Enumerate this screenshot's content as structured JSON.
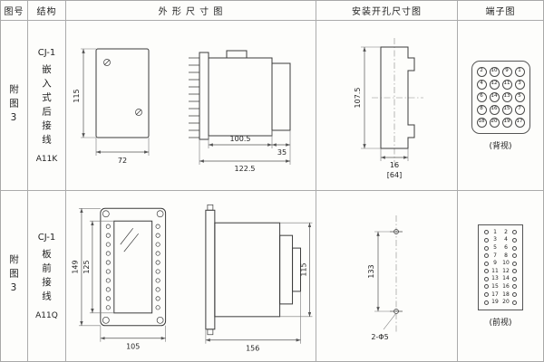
{
  "headers": {
    "fig": "图号",
    "struct": "结构",
    "outline": "外 形 尺 寸 图",
    "mounting": "安装开孔尺寸图",
    "terminal": "端子图"
  },
  "rows": [
    {
      "fig_no": "附图3",
      "model": "CJ-1",
      "structure": "嵌入式后接线",
      "code": "A11K",
      "outline": {
        "h": "115",
        "w": "72",
        "d1": "100.5",
        "d2": "122.5",
        "d3": "35"
      },
      "mounting": {
        "h": "107.5",
        "w": "16",
        "note": "[64]"
      },
      "terminal": {
        "view": "(背视)",
        "grid": [
          [
            "2",
            "10",
            "9",
            "1"
          ],
          [
            "4",
            "12",
            "11",
            "3"
          ],
          [
            "6",
            "14",
            "13",
            "5"
          ],
          [
            "8",
            "16",
            "15",
            "7"
          ],
          [
            "18",
            "20",
            "19",
            "17"
          ]
        ]
      }
    },
    {
      "fig_no": "附图3",
      "model": "CJ-1",
      "structure": "板前接线",
      "code": "A11Q",
      "outline": {
        "h1": "149",
        "h2": "125",
        "w": "105",
        "d": "156",
        "h3": "115"
      },
      "mounting": {
        "h": "133",
        "note": "2-Φ5"
      },
      "terminal": {
        "view": "(前视)",
        "pairs": [
          [
            "1",
            "2"
          ],
          [
            "3",
            "4"
          ],
          [
            "5",
            "6"
          ],
          [
            "7",
            "8"
          ],
          [
            "9",
            "10"
          ],
          [
            "11",
            "12"
          ],
          [
            "13",
            "14"
          ],
          [
            "15",
            "16"
          ],
          [
            "17",
            "18"
          ],
          [
            "19",
            "20"
          ]
        ]
      }
    }
  ]
}
